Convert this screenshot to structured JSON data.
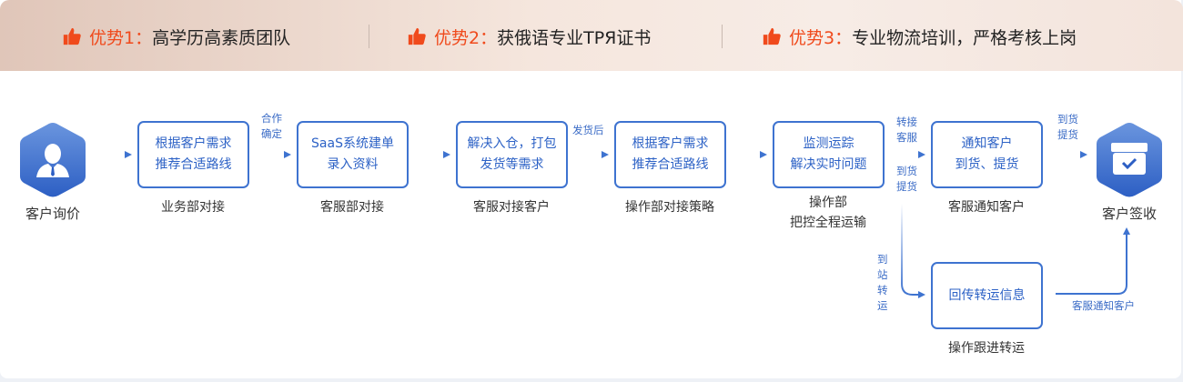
{
  "banner": {
    "items": [
      {
        "icon": "thumbs-up-icon",
        "highlight": "优势1：",
        "text": "高学历高素质团队"
      },
      {
        "icon": "thumbs-up-icon",
        "highlight": "优势2：",
        "text": "获俄语专业TPЯ证书"
      },
      {
        "icon": "thumbs-up-icon",
        "highlight": "优势3：",
        "text": "专业物流培训，严格考核上岗"
      }
    ]
  },
  "flow": {
    "start": {
      "icon": "customer-icon",
      "label": "客户询价"
    },
    "end": {
      "icon": "package-check-icon",
      "label": "客户签收"
    },
    "steps": [
      {
        "lines": [
          "根据客户需求",
          "推荐合适路线"
        ],
        "caption": [
          "业务部对接"
        ]
      },
      {
        "lines": [
          "SaaS系统建单",
          "录入资料"
        ],
        "caption": [
          "客服部对接"
        ]
      },
      {
        "lines": [
          "解决入仓，打包",
          "发货等需求"
        ],
        "caption": [
          "客服对接客户"
        ]
      },
      {
        "lines": [
          "根据客户需求",
          "推荐合适路线"
        ],
        "caption": [
          "操作部对接策略"
        ]
      },
      {
        "lines": [
          "监测运踪",
          "解决实时问题"
        ],
        "caption": [
          "操作部",
          "把控全程运输"
        ]
      },
      {
        "lines": [
          "通知客户",
          "到货、提货"
        ],
        "caption": [
          "客服通知客户"
        ]
      },
      {
        "lines": [
          "回传转运信息"
        ],
        "caption": [
          "操作跟进转运"
        ]
      }
    ],
    "arrow_labels": {
      "confirm": [
        "合作",
        "确定"
      ],
      "after_ship": "发货后",
      "transfer_cs": [
        "转接",
        "客服"
      ],
      "arrive_pickup_1": [
        "到货",
        "提货"
      ],
      "arrive_pickup_2": [
        "到货",
        "提货"
      ],
      "station_transfer": [
        "到",
        "站",
        "转",
        "运"
      ],
      "notify_customer": "客服通知客户"
    }
  },
  "colors": {
    "accent": "#3e73d0",
    "highlight": "#f04a1c"
  }
}
